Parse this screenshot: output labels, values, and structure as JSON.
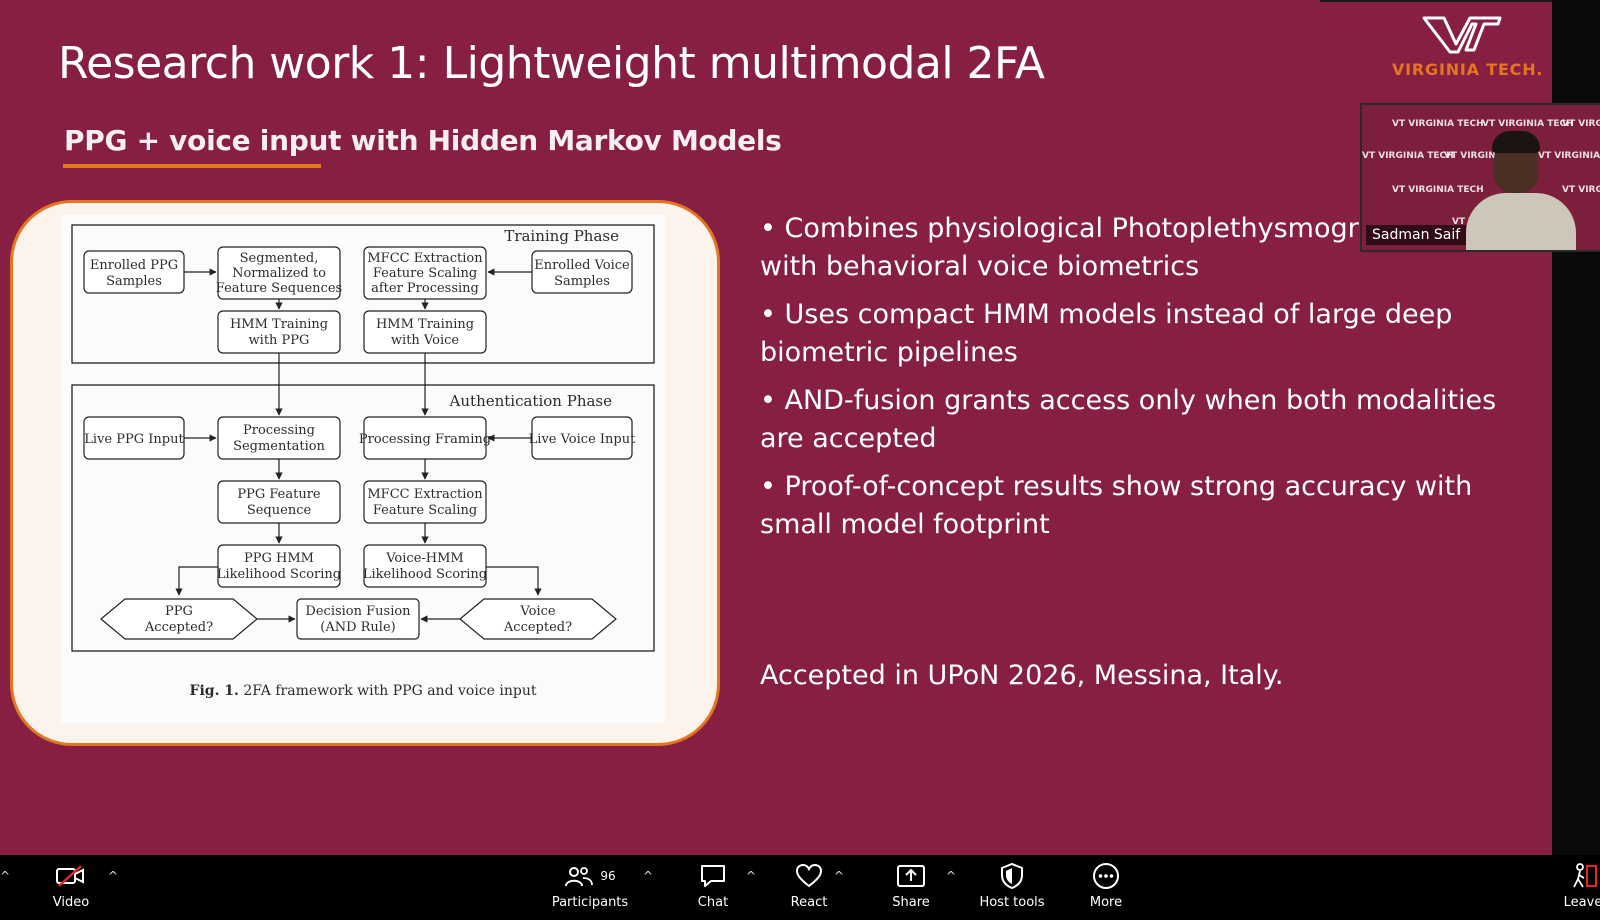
{
  "slide": {
    "title": "Research work 1: Lightweight multimodal 2FA",
    "subtitle": "PPG + voice input with Hidden Markov Models",
    "logo_text": "VIRGINIA TECH.",
    "bullets": [
      "• Combines physiological Photoplethysmography (PPG) with behavioral voice biometrics",
      "• Uses compact HMM models instead of large deep biometric pipelines",
      "• AND-fusion grants access only when both modalities are accepted",
      "• Proof-of-concept results show strong accuracy with small model footprint"
    ],
    "acceptance": "Accepted in UPoN 2026, Messina, Italy."
  },
  "figure": {
    "training_phase": "Training Phase",
    "auth_phase": "Authentication Phase",
    "enrolled_ppg": [
      "Enrolled PPG",
      "Samples"
    ],
    "segmented": [
      "Segmented,",
      "Normalized to",
      "Feature Sequences"
    ],
    "mfcc_training": [
      "MFCC Extraction",
      "Feature Scaling",
      "after Processing"
    ],
    "enrolled_voice": [
      "Enrolled Voice",
      "Samples"
    ],
    "hmm_ppg": [
      "HMM Training",
      "with PPG"
    ],
    "hmm_voice": [
      "HMM Training",
      "with Voice"
    ],
    "live_ppg": "Live PPG Input",
    "proc_seg": [
      "Processing",
      "Segmentation"
    ],
    "proc_framing": "Processing Framing",
    "live_voice": "Live Voice Input",
    "ppg_feature": [
      "PPG Feature",
      "Sequence"
    ],
    "mfcc_auth": [
      "MFCC Extraction",
      "Feature Scaling"
    ],
    "ppg_hmm": [
      "PPG HMM",
      "Likelihood Scoring"
    ],
    "voice_hmm": [
      "Voice-HMM",
      "Likelihood Scoring"
    ],
    "ppg_accepted": [
      "PPG",
      "Accepted?"
    ],
    "fusion": [
      "Decision Fusion",
      "(AND Rule)"
    ],
    "voice_accepted": [
      "Voice",
      "Accepted?"
    ],
    "caption_label": "Fig. 1.",
    "caption_text": " 2FA framework with PPG and voice input"
  },
  "video": {
    "participant_name": "Sadman Saif",
    "watermark": "VT VIRGINIA TECH"
  },
  "toolbar": {
    "video": "Video",
    "participants": "Participants",
    "participants_count": "96",
    "chat": "Chat",
    "react": "React",
    "share": "Share",
    "host_tools": "Host tools",
    "more": "More",
    "leave": "Leave"
  },
  "colors": {
    "maroon": "#861f41",
    "orange": "#e5751f",
    "toolbar": "#000000"
  }
}
